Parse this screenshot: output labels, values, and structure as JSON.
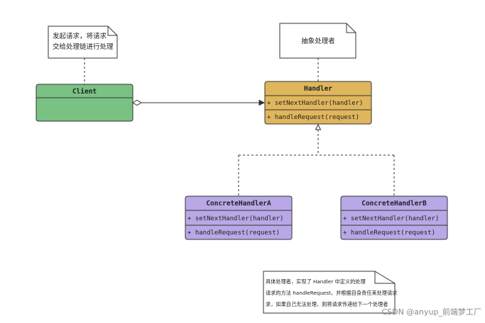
{
  "notes": {
    "client_note": [
      "发起请求，将请求",
      "交给处理链进行处理"
    ],
    "handler_note": "抽象处理者",
    "concrete_note": [
      "具体处理者，实现了 Handler 中定义的处理",
      "请求的方法 handleRequest，并根据自身责任来处理请求",
      "求，如果自己无法处理，则将请求传递给下一个处理者"
    ]
  },
  "classes": {
    "client": {
      "name": "Client",
      "color": "#79c283"
    },
    "handler": {
      "name": "Handler",
      "color": "#e0b65c",
      "methods": [
        "+ setNextHandler(handler)",
        "+ handleRequest(request)"
      ]
    },
    "concrete_a": {
      "name": "ConcreteHandlerA",
      "color": "#b9a8e6",
      "methods": [
        "+ setNextHandler(handler)",
        "+ handleRequest(request)"
      ]
    },
    "concrete_b": {
      "name": "ConcreteHandlerB",
      "color": "#b9a8e6",
      "methods": [
        "+ setNextHandler(handler)",
        "+ handleRequest(request)"
      ]
    }
  },
  "watermark": "CSDN @anyup_前端梦工厂"
}
